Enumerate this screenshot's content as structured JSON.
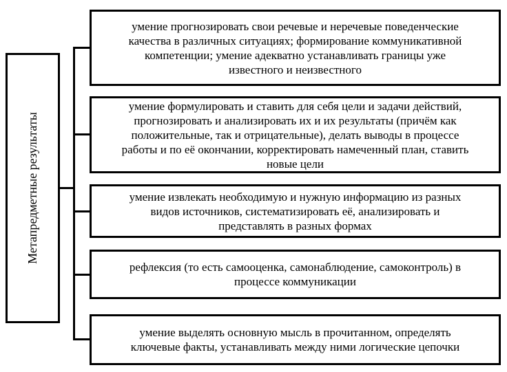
{
  "diagram": {
    "root_label": "Метапредметные результаты",
    "items": [
      {
        "lines": [
          "умение прогнозировать свои речевые и неречевые поведенческие",
          "качества в различных ситуациях; формирование коммуникативной",
          "компетенции; умение адекватно устанавливать границы уже",
          "известного и неизвестного"
        ]
      },
      {
        "lines": [
          "умение формулировать и ставить для себя цели и задачи действий,",
          "прогнозировать и анализировать их и их результаты (причём как",
          "положительные, так и отрицательные), делать выводы в процессе",
          "работы и по её окончании, корректировать намеченный план, ставить",
          "новые цели"
        ]
      },
      {
        "lines": [
          "умение извлекать необходимую и нужную информацию из разных",
          "видов источников, систематизировать её, анализировать и",
          "представлять в разных формах"
        ]
      },
      {
        "lines": [
          "рефлексия (то есть самооценка, самонаблюдение, самоконтроль) в",
          "процессе коммуникации"
        ]
      },
      {
        "lines": [
          "умение выделять основную мысль в прочитанном, определять",
          "ключевые факты, устанавливать между ними логические цепочки"
        ]
      }
    ],
    "colors": {
      "line": "#000000",
      "background": "#ffffff",
      "text": "#000000"
    }
  }
}
